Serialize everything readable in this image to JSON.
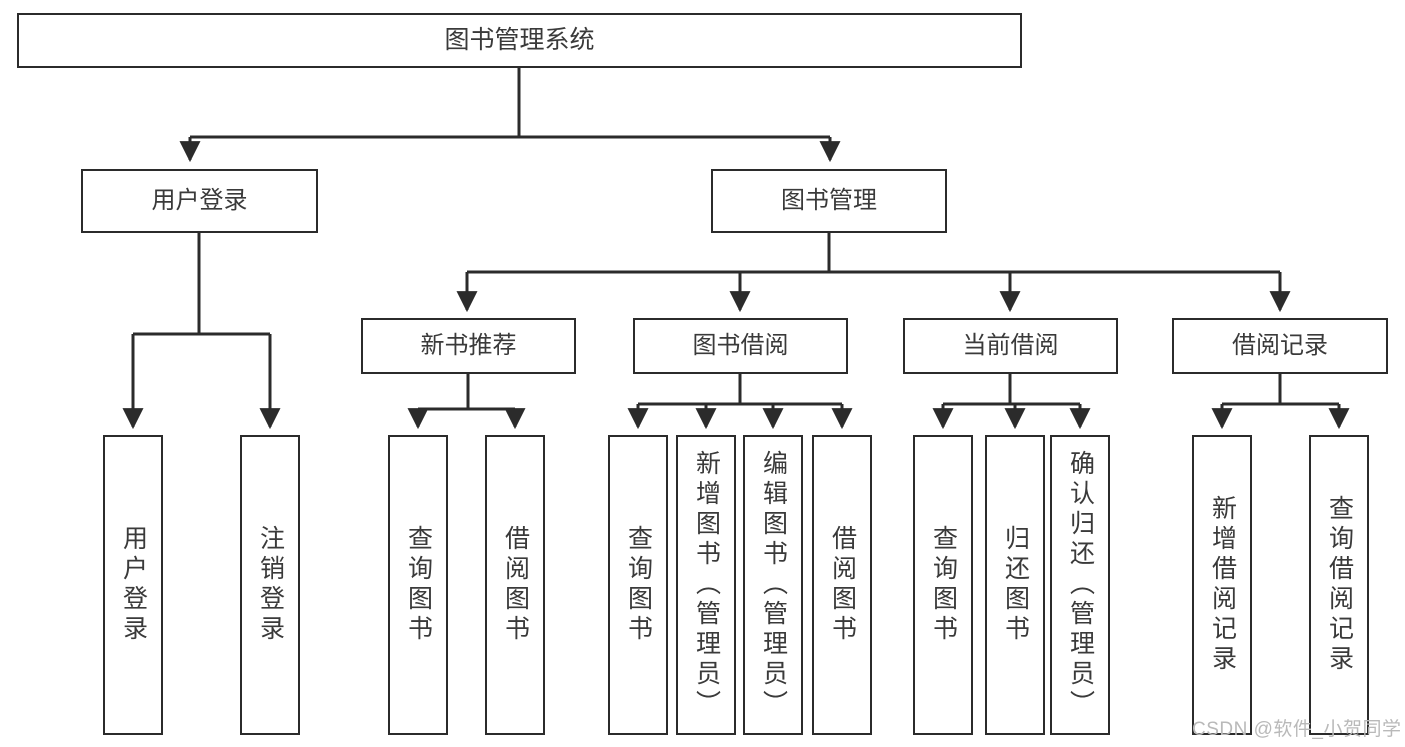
{
  "diagram": {
    "title": "图书管理系统",
    "type": "tree-hierarchy-chart",
    "colors": {
      "box_border": "#2b2b2b",
      "box_fill": "#ffffff",
      "text": "#3a3a3a",
      "connector": "#2b2b2b",
      "watermark": "#b9b9b9",
      "background": "#ffffff"
    },
    "root": {
      "label": "图书管理系统"
    },
    "level2": [
      {
        "label": "用户登录"
      },
      {
        "label": "图书管理"
      }
    ],
    "level3": [
      {
        "label": "新书推荐"
      },
      {
        "label": "图书借阅"
      },
      {
        "label": "当前借阅"
      },
      {
        "label": "借阅记录"
      }
    ],
    "leaves_user_login": [
      {
        "label": "用户登录"
      },
      {
        "label": "注销登录"
      }
    ],
    "leaves_new_book": [
      {
        "label": "查询图书"
      },
      {
        "label": "借阅图书"
      }
    ],
    "leaves_borrow": [
      {
        "label": "查询图书"
      },
      {
        "label": "新增图书（管理员）"
      },
      {
        "label": "编辑图书（管理员）"
      },
      {
        "label": "借阅图书"
      }
    ],
    "leaves_current": [
      {
        "label": "查询图书"
      },
      {
        "label": "归还图书"
      },
      {
        "label": "确认归还（管理员）"
      }
    ],
    "leaves_records": [
      {
        "label": "新增借阅记录"
      },
      {
        "label": "查询借阅记录"
      }
    ]
  },
  "watermark": {
    "text": "CSDN @软件_小贺同学"
  }
}
